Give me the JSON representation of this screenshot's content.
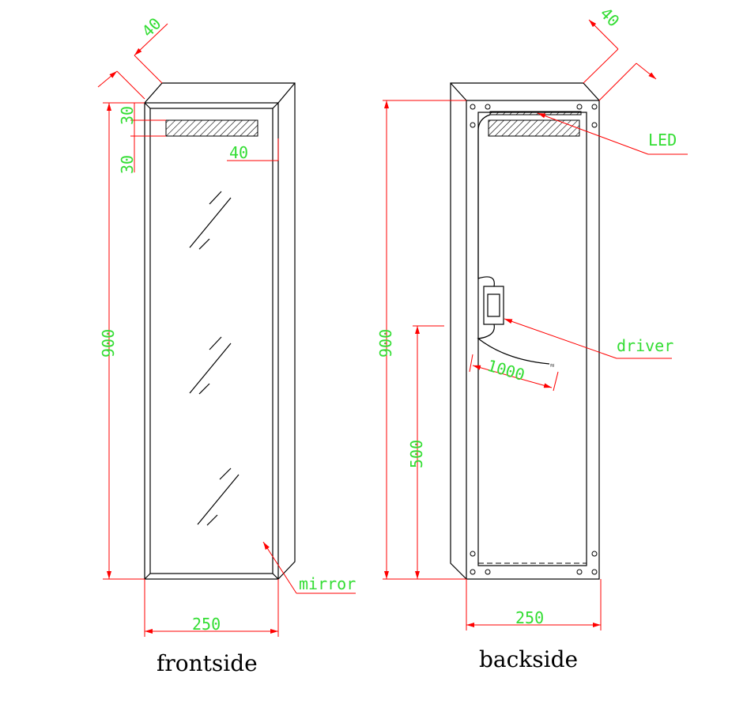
{
  "front": {
    "depth_dim": "40",
    "led_offset_top": "30",
    "led_height": "30",
    "led_offset_side": "40",
    "height_dim": "900",
    "width_dim": "250",
    "mirror_label": "mirror",
    "title": "frontside"
  },
  "back": {
    "depth_dim": "40",
    "led_label": "LED",
    "height_dim": "900",
    "driver_label": "driver",
    "cable_dim": "1000",
    "driver_height_dim": "500",
    "width_dim": "250",
    "title": "backside"
  },
  "colors": {
    "dimension": "#ff0000",
    "dimension_text": "#33dd33",
    "outline": "#000000"
  }
}
